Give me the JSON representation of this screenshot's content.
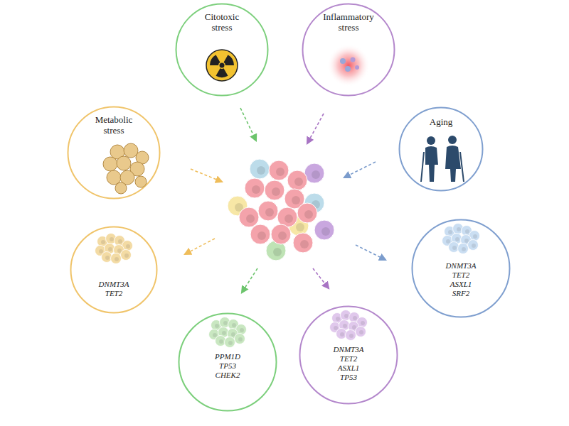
{
  "diagram": {
    "nodes": [
      {
        "text": [
          "Citotoxic stress"
        ]
      },
      {
        "text": [
          "Inflammatory stress"
        ]
      },
      {
        "text": [
          "Metabolic stress"
        ]
      },
      {
        "text": [
          "Aging"
        ]
      },
      {
        "text": [
          "DNMT3A",
          "TET2"
        ]
      },
      {
        "text": [
          "DNMT3A",
          "TET2",
          "ASXL1",
          "SRF2"
        ]
      },
      {
        "text": [
          "PPM1D",
          "TP53",
          "CHEK2"
        ]
      },
      {
        "text": [
          "DNMT3A",
          "TET2",
          "ASXL1",
          "TP53"
        ]
      }
    ]
  }
}
